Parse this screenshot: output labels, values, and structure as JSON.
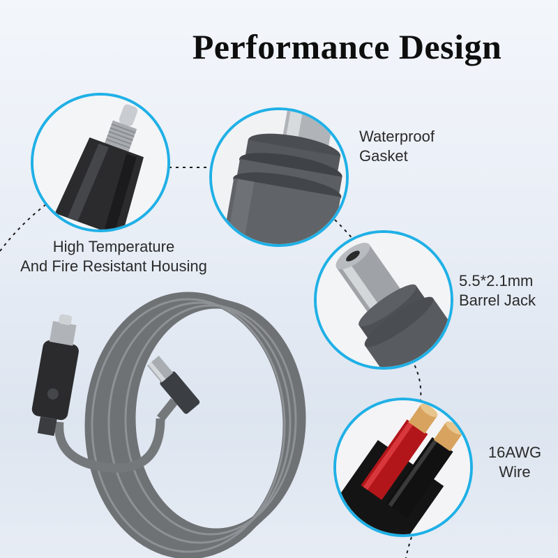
{
  "headline": "Performance Design",
  "features": [
    {
      "id": "housing",
      "label": "High Temperature\nAnd Fire Resistant Housing",
      "icon": "cigarette-plug-closeup"
    },
    {
      "id": "gasket",
      "label": "Waterproof\nGasket",
      "icon": "rubber-gasket-closeup"
    },
    {
      "id": "barrel",
      "label": "5.5*2.1mm\nBarrel Jack",
      "icon": "barrel-jack-closeup"
    },
    {
      "id": "wire",
      "label": "16AWG\nWire",
      "icon": "wire-cross-section-closeup"
    }
  ],
  "colors": {
    "ring": "#1fb0e6",
    "cable": "#6f7275",
    "plug": "#2b2b2d",
    "wire_red": "#c0171b",
    "wire_black": "#1a1a1a",
    "copper": "#d9a866"
  }
}
